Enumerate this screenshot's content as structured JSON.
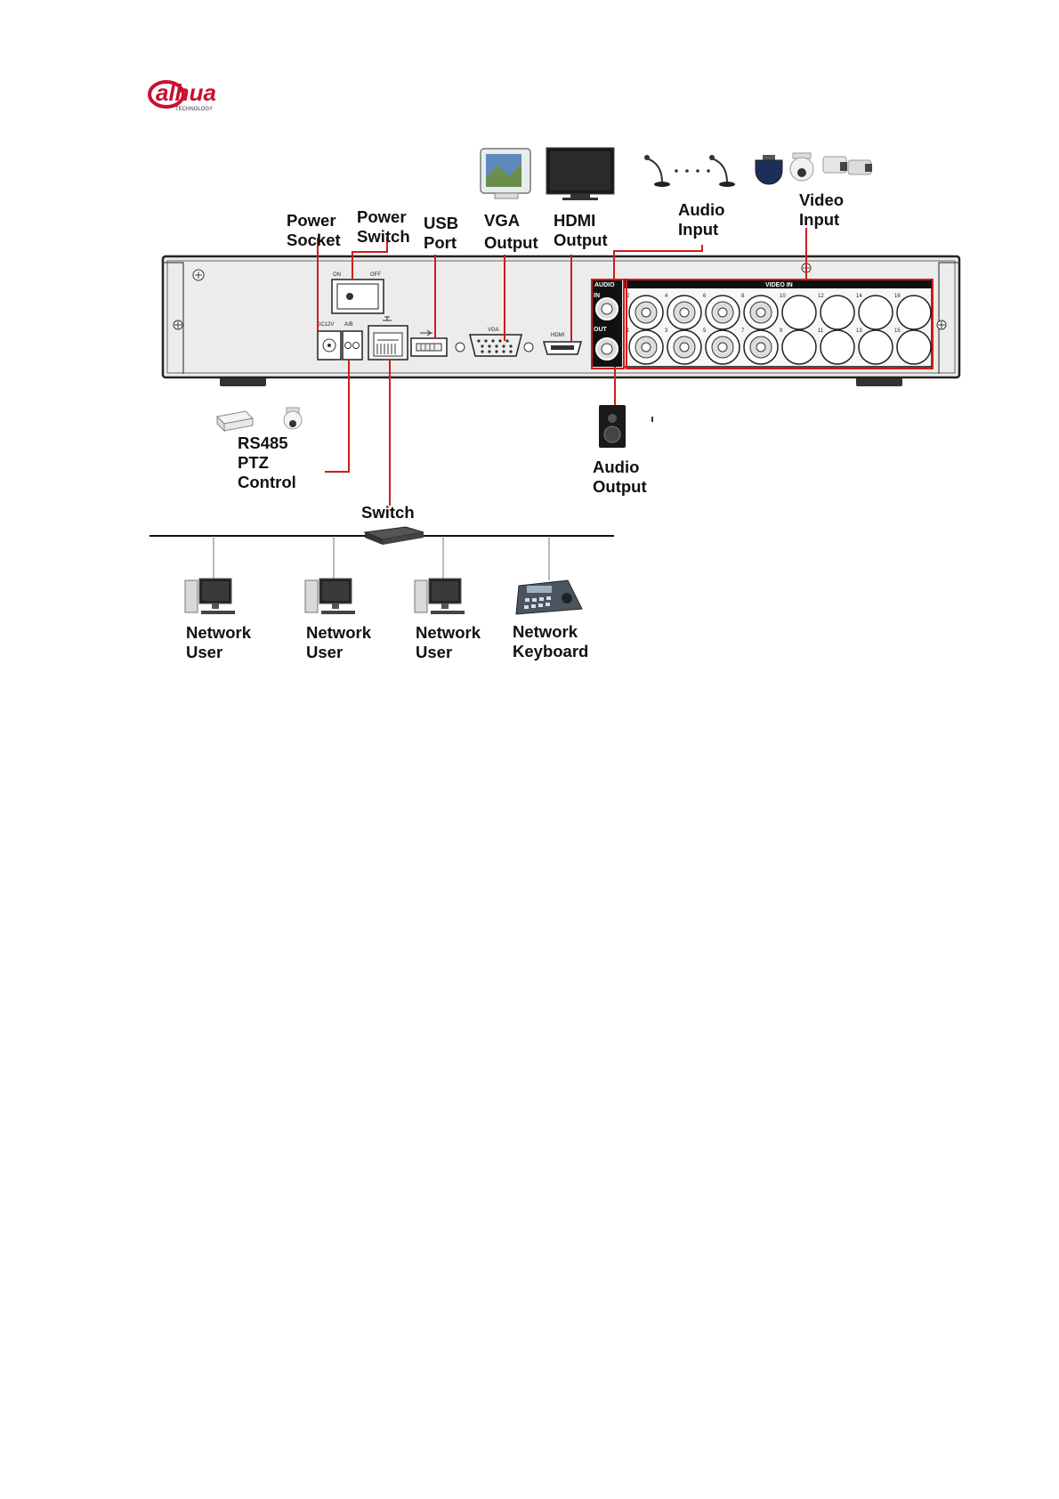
{
  "brand": {
    "name": "alhua",
    "tagline": "TECHNOLOGY",
    "accent": "#c8102e"
  },
  "labels": {
    "power_socket": [
      "Power",
      "Socket"
    ],
    "power_switch": [
      "Power",
      "Switch"
    ],
    "usb_port": [
      "USB",
      "Port"
    ],
    "vga_output": [
      "VGA",
      "Output"
    ],
    "hdmi_output": [
      "HDMI",
      "Output"
    ],
    "audio_input": [
      "Audio",
      "Input"
    ],
    "video_input": [
      "Video",
      "Input"
    ],
    "rs485": [
      "RS485",
      "PTZ",
      "Control"
    ],
    "audio_output": [
      "Audio",
      "Output"
    ],
    "switch": "Switch",
    "network_users": [
      [
        "Network",
        "User"
      ],
      [
        "Network",
        "User"
      ],
      [
        "Network",
        "User"
      ]
    ],
    "network_keyboard": [
      "Network",
      "Keyboard"
    ]
  },
  "panel": {
    "on": "ON",
    "off": "OFF",
    "dc": "DC12V",
    "ab": "A/B",
    "vga": "VGA",
    "hdmi": "HDMI",
    "audio": "AUDIO",
    "in": "IN",
    "out": "OUT",
    "video_in": "VIDEO IN",
    "channels_top": [
      "2",
      "4",
      "6",
      "8",
      "10",
      "12",
      "14",
      "16"
    ],
    "channels_bottom": [
      "1",
      "3",
      "5",
      "7",
      "9",
      "11",
      "13",
      "15"
    ]
  },
  "colors": {
    "callout": "#d01c1c",
    "panel": "#ececec",
    "panel_edge": "#222222"
  }
}
